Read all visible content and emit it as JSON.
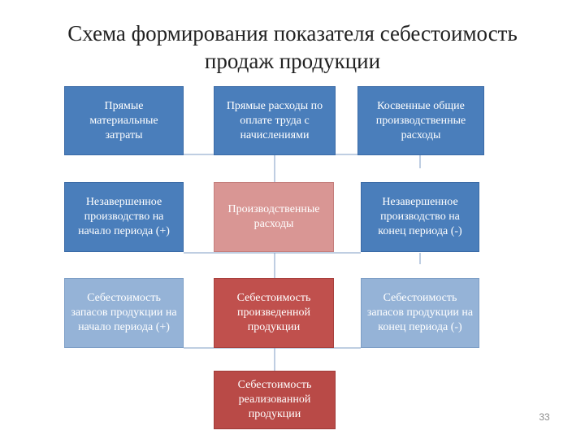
{
  "title": {
    "line1": "Схема формирования показателя себестоимость",
    "line2": "продаж продукции"
  },
  "boxes": {
    "direct_materials": "Прямые материальные затраты",
    "direct_labor": "Прямые расходы по оплате труда с начислениями",
    "indirect_overhead": "Косвенные общие производственные расходы",
    "wip_begin": "Незавершенное производство на начало периода (+)",
    "production_costs": "Производственные расходы",
    "wip_end": "Незавершенное производство на конец периода (-)",
    "inventory_begin": "Себестоимость запасов продукции на начало периода (+)",
    "cost_produced": "Себестоимость произведенной продукции",
    "inventory_end": "Себестоимость запасов продукции на конец периода (-)",
    "cost_of_sales": "Себестоимость реализованной продукции"
  },
  "colors": {
    "dark_blue": "#4a7ebb",
    "light_blue": "#95b3d7",
    "pink": "#d99694",
    "red": "#c0504d",
    "connector": "#7f9cc6"
  },
  "page_number": "33"
}
